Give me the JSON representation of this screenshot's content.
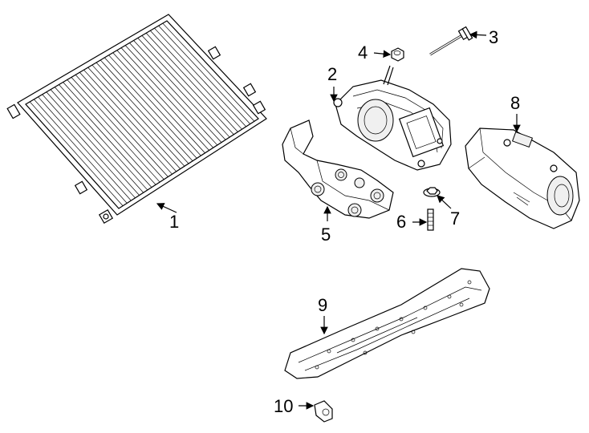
{
  "callouts": [
    {
      "id": "1",
      "label": "1",
      "part": "condenser"
    },
    {
      "id": "2",
      "label": "2",
      "part": "compressor"
    },
    {
      "id": "3",
      "label": "3",
      "part": "bolt"
    },
    {
      "id": "4",
      "label": "4",
      "part": "nut"
    },
    {
      "id": "5",
      "label": "5",
      "part": "compressor-bracket"
    },
    {
      "id": "6",
      "label": "6",
      "part": "stud"
    },
    {
      "id": "7",
      "label": "7",
      "part": "washer-nut"
    },
    {
      "id": "8",
      "label": "8",
      "part": "compressor-cover"
    },
    {
      "id": "9",
      "label": "9",
      "part": "skid-shield"
    },
    {
      "id": "10",
      "label": "10",
      "part": "clip"
    }
  ]
}
